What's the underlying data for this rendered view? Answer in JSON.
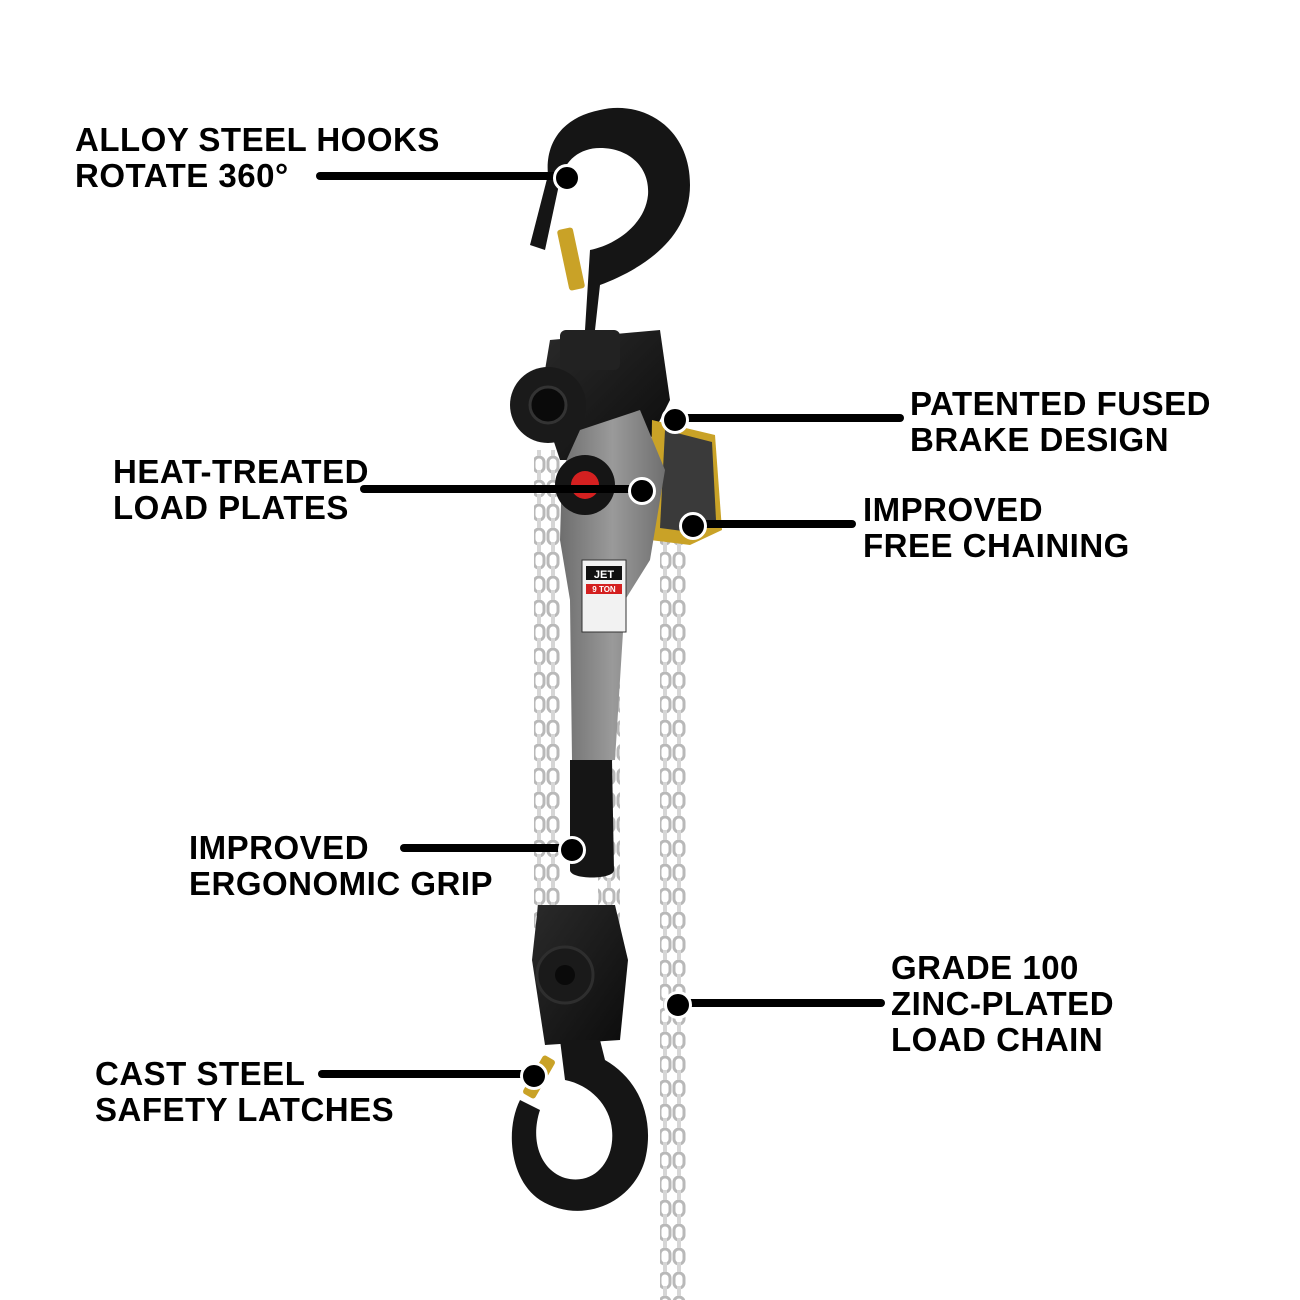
{
  "callouts": [
    {
      "id": "hooks",
      "lines": [
        "ALLOY STEEL HOOKS",
        "ROTATE 360°"
      ]
    },
    {
      "id": "brake",
      "lines": [
        "PATENTED FUSED",
        "BRAKE DESIGN"
      ]
    },
    {
      "id": "plates",
      "lines": [
        "HEAT-TREATED",
        "LOAD PLATES"
      ]
    },
    {
      "id": "chaining",
      "lines": [
        "IMPROVED",
        "FREE CHAINING"
      ]
    },
    {
      "id": "grip",
      "lines": [
        "IMPROVED",
        "ERGONOMIC GRIP"
      ]
    },
    {
      "id": "chain",
      "lines": [
        "GRADE 100",
        "ZINC-PLATED",
        "LOAD CHAIN"
      ]
    },
    {
      "id": "latches",
      "lines": [
        "CAST STEEL",
        "SAFETY LATCHES"
      ]
    }
  ],
  "product": {
    "brand": "JET",
    "capacity": "9 TON"
  },
  "colors": {
    "text": "#000000",
    "body_black": "#141414",
    "lever_gray": "#8a8a8a",
    "chain_silver": "#c9c9c9",
    "latch_gold": "#c9a227",
    "accent_red": "#d42020"
  }
}
